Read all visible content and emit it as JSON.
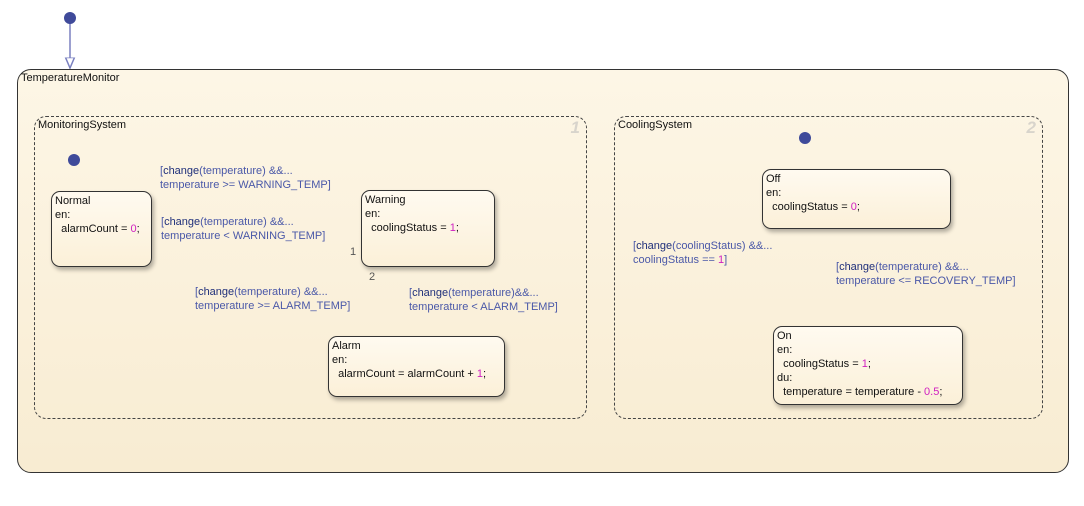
{
  "chart": {
    "name": "TemperatureMonitor"
  },
  "subcharts": [
    {
      "name": "MonitoringSystem",
      "order": "1"
    },
    {
      "name": "CoolingSystem",
      "order": "2"
    }
  ],
  "states": {
    "normal": {
      "name": "Normal",
      "lines": [
        [
          {
            "t": "en:"
          }
        ],
        [
          {
            "t": "  alarmCount = "
          },
          {
            "t": "0",
            "k": "n"
          },
          {
            "t": ";"
          }
        ]
      ]
    },
    "warning": {
      "name": "Warning",
      "lines": [
        [
          {
            "t": "en:"
          }
        ],
        [
          {
            "t": "  coolingStatus = "
          },
          {
            "t": "1",
            "k": "n"
          },
          {
            "t": ";"
          }
        ]
      ]
    },
    "alarm": {
      "name": "Alarm",
      "lines": [
        [
          {
            "t": "en:"
          }
        ],
        [
          {
            "t": "  alarmCount = alarmCount + "
          },
          {
            "t": "1",
            "k": "n"
          },
          {
            "t": ";"
          }
        ]
      ]
    },
    "off": {
      "name": "Off",
      "lines": [
        [
          {
            "t": "en:"
          }
        ],
        [
          {
            "t": "  coolingStatus = "
          },
          {
            "t": "0",
            "k": "n"
          },
          {
            "t": ";"
          }
        ]
      ]
    },
    "on": {
      "name": "On",
      "lines": [
        [
          {
            "t": "en:"
          }
        ],
        [
          {
            "t": "  coolingStatus = "
          },
          {
            "t": "1",
            "k": "n"
          },
          {
            "t": ";"
          }
        ],
        [
          {
            "t": "du:"
          }
        ],
        [
          {
            "t": "  temperature = temperature - "
          },
          {
            "t": "0.5",
            "k": "n"
          },
          {
            "t": ";"
          }
        ]
      ]
    }
  },
  "transitions": {
    "normal_to_warning": [
      [
        {
          "t": "["
        },
        {
          "t": "change",
          "k": "kw"
        },
        {
          "t": "(temperature) &&..."
        }
      ],
      [
        {
          "t": "temperature >= WARNING_TEMP]"
        }
      ]
    ],
    "warning_to_normal": [
      [
        {
          "t": "["
        },
        {
          "t": "change",
          "k": "kw"
        },
        {
          "t": "(temperature) &&..."
        }
      ],
      [
        {
          "t": "temperature < WARNING_TEMP]"
        }
      ]
    ],
    "warning_to_alarm": [
      [
        {
          "t": "["
        },
        {
          "t": "change",
          "k": "kw"
        },
        {
          "t": "(temperature) &&..."
        }
      ],
      [
        {
          "t": "temperature >= ALARM_TEMP]"
        }
      ]
    ],
    "alarm_to_warning": [
      [
        {
          "t": "["
        },
        {
          "t": "change",
          "k": "kw"
        },
        {
          "t": "(temperature)&&..."
        }
      ],
      [
        {
          "t": "temperature < ALARM_TEMP]"
        }
      ]
    ],
    "off_to_on": [
      [
        {
          "t": "["
        },
        {
          "t": "change",
          "k": "kw"
        },
        {
          "t": "(coolingStatus) &&..."
        }
      ],
      [
        {
          "t": "coolingStatus == "
        },
        {
          "t": "1",
          "k": "n"
        },
        {
          "t": "]"
        }
      ]
    ],
    "on_to_off": [
      [
        {
          "t": "["
        },
        {
          "t": "change",
          "k": "kw"
        },
        {
          "t": "(temperature) &&..."
        }
      ],
      [
        {
          "t": "temperature <= RECOVERY_TEMP]"
        }
      ]
    ]
  },
  "priorities": {
    "warning_to_normal": "1",
    "warning_to_alarm": "2"
  },
  "colors": {
    "transition": "#7a80c0",
    "default_dot": "#3f4a9a",
    "keyword": "#1f2f7a",
    "label": "#4a58a8",
    "number": "#d020c0"
  }
}
